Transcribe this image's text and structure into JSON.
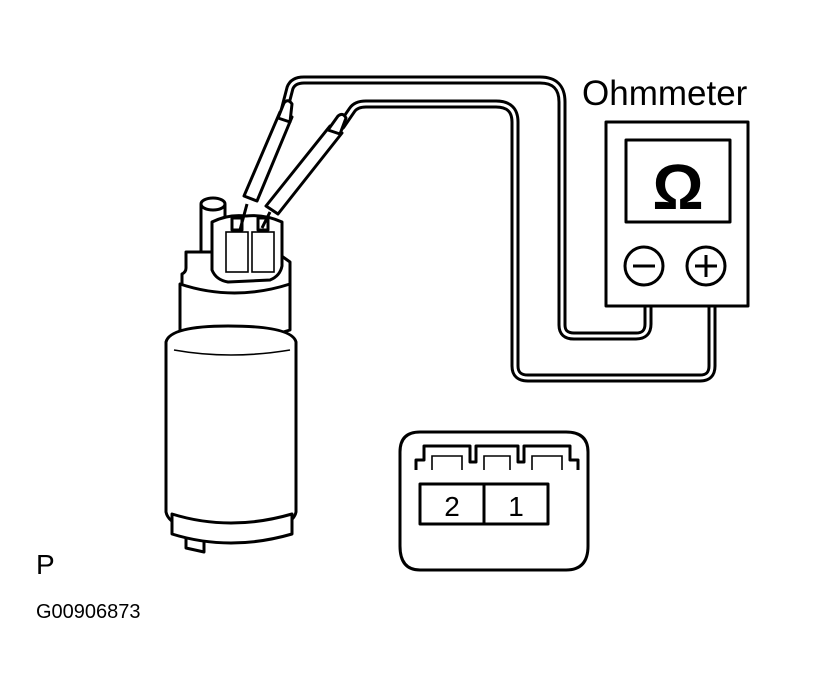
{
  "meter": {
    "title": "Ohmmeter",
    "symbol": "Ω",
    "minus_icon": "minus-terminal-icon",
    "plus_icon": "plus-terminal-icon"
  },
  "connector": {
    "pins": [
      "2",
      "1"
    ]
  },
  "footer": {
    "view_letter": "P",
    "figure_code": "G00906873"
  },
  "colors": {
    "ink": "#000000",
    "paper": "#ffffff"
  }
}
